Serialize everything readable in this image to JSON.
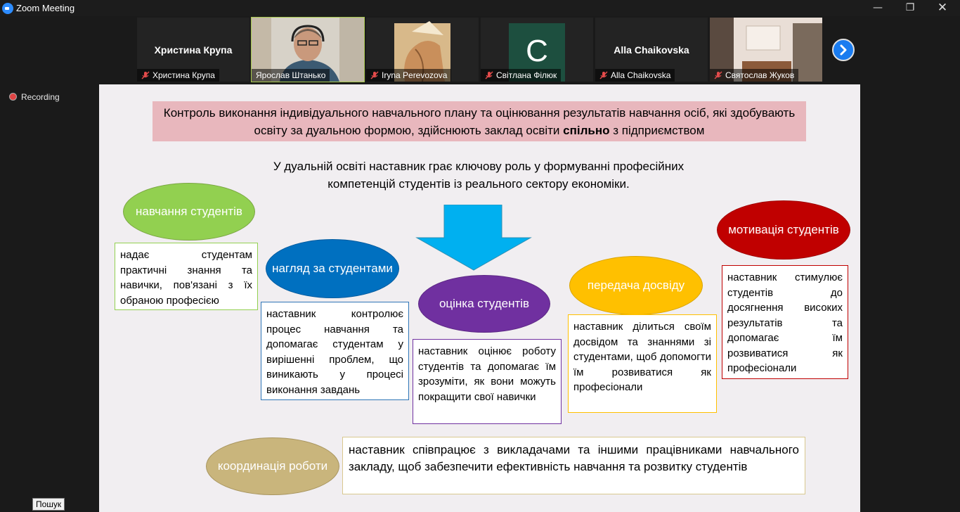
{
  "window": {
    "title": "Zoom Meeting"
  },
  "participants": [
    {
      "name": "Христина Крупа",
      "big_name": "Христина Крупа",
      "muted": true
    },
    {
      "name": "Ярослав Штанько",
      "muted": false,
      "active_speaker": true
    },
    {
      "name": "Iryna Perevozova",
      "muted": true
    },
    {
      "name": "Світлана Філюк",
      "avatar_letter": "C",
      "avatar_color": "#1d4f3f",
      "muted": true
    },
    {
      "name": "Alla Chaikovska",
      "big_name": "Alla Chaikovska",
      "muted": true
    },
    {
      "name": "Святослав Жуков",
      "muted": true
    }
  ],
  "recording": {
    "label": "Recording"
  },
  "slide": {
    "header_part1": "Контроль виконання індивідуального навчального плану та оцінювання результатів навчання осіб, які здобувають освіту за дуальною формою, здійснюють заклад освіти ",
    "header_bold": "спільно",
    "header_part2": " з підприємством",
    "intro_line1": "У дуальній освіті наставник грає ключову роль у формуванні професійних",
    "intro_line2": "компетенцій студентів із реального сектору економіки.",
    "items": [
      {
        "title": "навчання студентів",
        "text": "надає студентам практичні знання та навички, пов'язані з їх обраною професією",
        "color": "#92d050"
      },
      {
        "title": "нагляд за студентами",
        "text": "наставник контролює процес навчання та допомагає студентам у вирішенні проблем, що виникають у процесі виконання завдань",
        "color": "#0070c0"
      },
      {
        "title": "оцінка студентів",
        "text": "наставник оцінює роботу студентів та допомагає їм зрозуміти, як вони можуть покращити свої навички",
        "color": "#7030a0"
      },
      {
        "title": "передача досвіду",
        "text": "наставник ділиться своїм досвідом та знаннями зі студентами, щоб допомогти їм розвиватися як професіонали",
        "color": "#ffc000"
      },
      {
        "title": "мотивація студентів",
        "text": "наставник стимулює студентів до досягнення високих результатів та допомагає їм розвиватися як професіонали",
        "color": "#c00000"
      },
      {
        "title": "координація роботи",
        "text": "наставник співпрацює з викладачами та іншими працівниками навчального закладу, щоб забезпечити ефективність навчання та розвитку студентів",
        "color": "#c9b57c"
      }
    ],
    "arrow_color": "#00b0f0"
  },
  "tooltip": {
    "label": "Пошук"
  }
}
